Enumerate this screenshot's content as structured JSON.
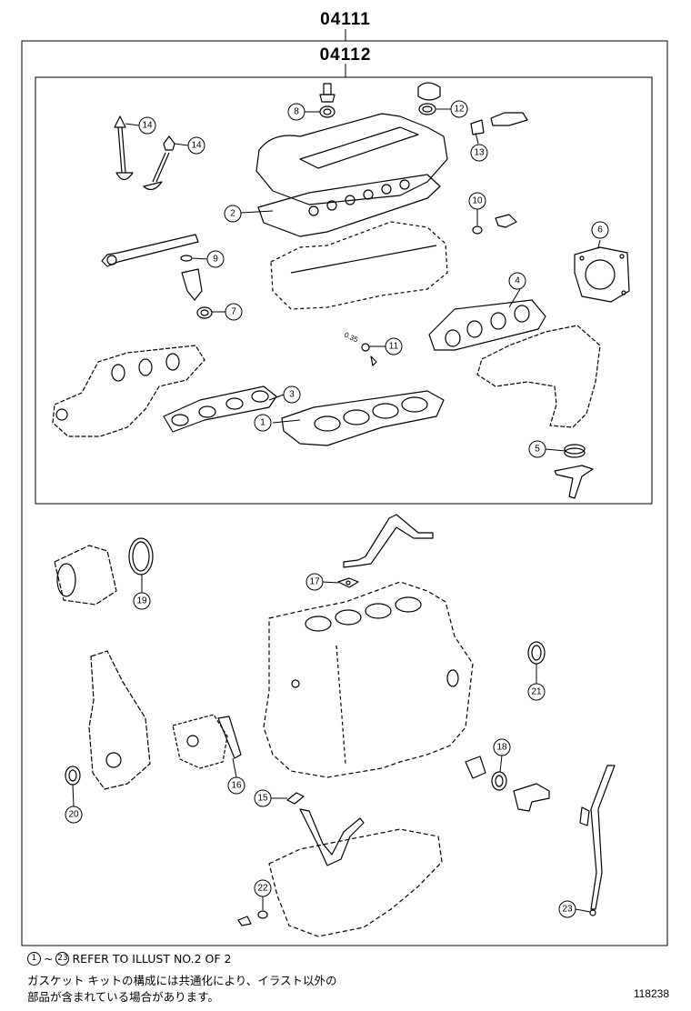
{
  "diagram": {
    "outer_code": "04111",
    "inner_code": "04112",
    "callouts": [
      "1",
      "2",
      "3",
      "4",
      "5",
      "6",
      "7",
      "8",
      "9",
      "10",
      "11",
      "12",
      "13",
      "14",
      "14",
      "15",
      "16",
      "17",
      "18",
      "19",
      "20",
      "21",
      "22",
      "23"
    ],
    "part_marking": "0.35"
  },
  "notes": {
    "range_start": "1",
    "tilde": "~",
    "range_end": "23",
    "refer_text": "REFER TO ILLUST NO.2 OF 2",
    "jp_line1": "ガスケット キットの構成には共通化により、イラスト以外の",
    "jp_line2": "部品が含まれている場合があります。"
  },
  "illustration_id": "118238"
}
